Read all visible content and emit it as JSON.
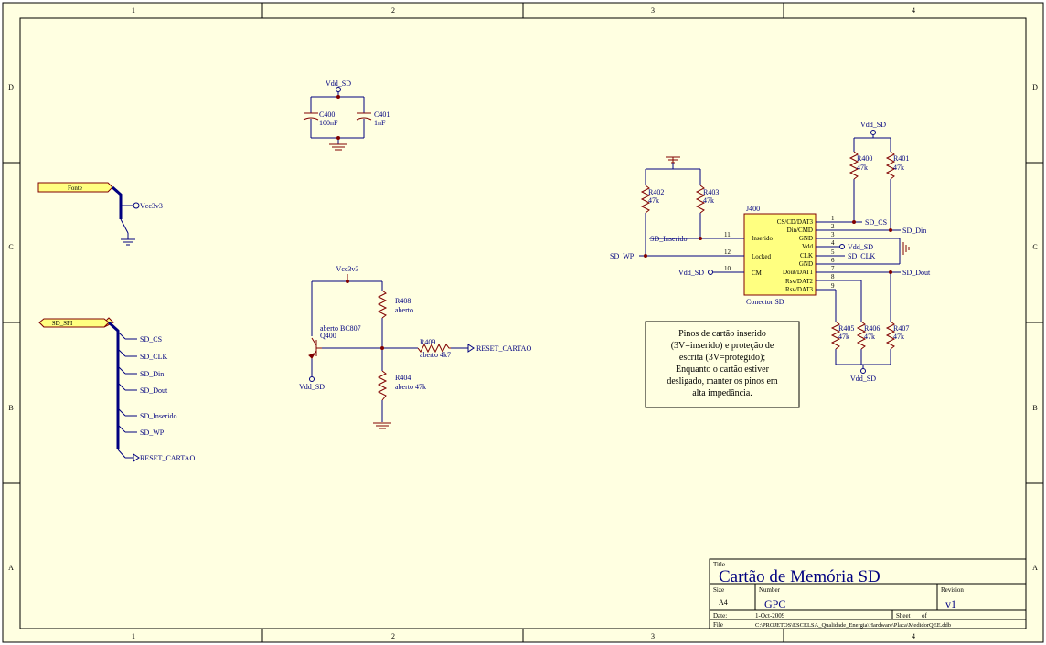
{
  "frame": {
    "cols": [
      "1",
      "2",
      "3",
      "4"
    ],
    "rows": [
      "D",
      "C",
      "B",
      "A"
    ]
  },
  "ports": {
    "fonte": "Fonte",
    "sd_spi": "SD_SPI"
  },
  "nets": {
    "vcc3v3": "Vcc3v3",
    "vdd_sd": "Vdd_SD",
    "reset_cartao": "RESET_CARTAO",
    "sd_cs": "SD_CS",
    "sd_clk": "SD_CLK",
    "sd_din": "SD_Din",
    "sd_dout": "SD_Dout",
    "sd_inserido": "SD_Inserido",
    "sd_wp": "SD_WP"
  },
  "components": {
    "c400": {
      "ref": "C400",
      "value": "100nF"
    },
    "c401": {
      "ref": "C401",
      "value": "1nF"
    },
    "r408": {
      "ref": "R408",
      "value": "aberto"
    },
    "q400": {
      "ref": "Q400",
      "value": "aberto BC807"
    },
    "r409": {
      "ref": "R409",
      "value": "aberto 4k7"
    },
    "r404": {
      "ref": "R404",
      "value": "aberto 47k"
    },
    "r400": {
      "ref": "R400",
      "value": "47k"
    },
    "r401": {
      "ref": "R401",
      "value": "47k"
    },
    "r402": {
      "ref": "R402",
      "value": "47k"
    },
    "r403": {
      "ref": "R403",
      "value": "47k"
    },
    "r405": {
      "ref": "R405",
      "value": "47k"
    },
    "r406": {
      "ref": "R406",
      "value": "47k"
    },
    "r407": {
      "ref": "R407",
      "value": "47k"
    },
    "j400": {
      "ref": "J400",
      "value": "Conector SD",
      "left_pins": [
        "Inserido",
        "Locked",
        "CM"
      ],
      "left_pin_nums": [
        "11",
        "12",
        "10"
      ],
      "right_pins": [
        "CS/CD/DAT3",
        "Din/CMD",
        "GND",
        "Vdd",
        "CLK",
        "GND",
        "Dout/DAT1",
        "Rsv/DAT2",
        "Rsv/DAT3"
      ],
      "right_pin_nums": [
        "1",
        "2",
        "3",
        "4",
        "5",
        "6",
        "7",
        "8",
        "9"
      ]
    }
  },
  "note": {
    "lines": [
      "Pinos de cartão inserido",
      "(3V=inserido) e proteção de",
      "escrita (3V=protegido);",
      "Enquanto o cartão estiver",
      "desligado, manter os pinos em",
      "alta impedância."
    ]
  },
  "title_block": {
    "title_label": "Title",
    "title": "Cartão de Memória SD",
    "size_label": "Size",
    "size": "A4",
    "number_label": "Number",
    "number": "GPC",
    "revision_label": "Revision",
    "revision": "v1",
    "date_label": "Date:",
    "date": "1-Oct-2009",
    "sheet_label": "Sheet",
    "sheet_of": "of",
    "file_label": "File",
    "file": "C:\\PROJETOS\\ESCELSA_Qualidade_Energia\\Hardware\\Placa\\MedidorQEE.ddb"
  },
  "colors": {
    "sheet": "#ffffe1",
    "wire": "#000080",
    "part": "#800000",
    "port_fill": "#ffff80"
  }
}
